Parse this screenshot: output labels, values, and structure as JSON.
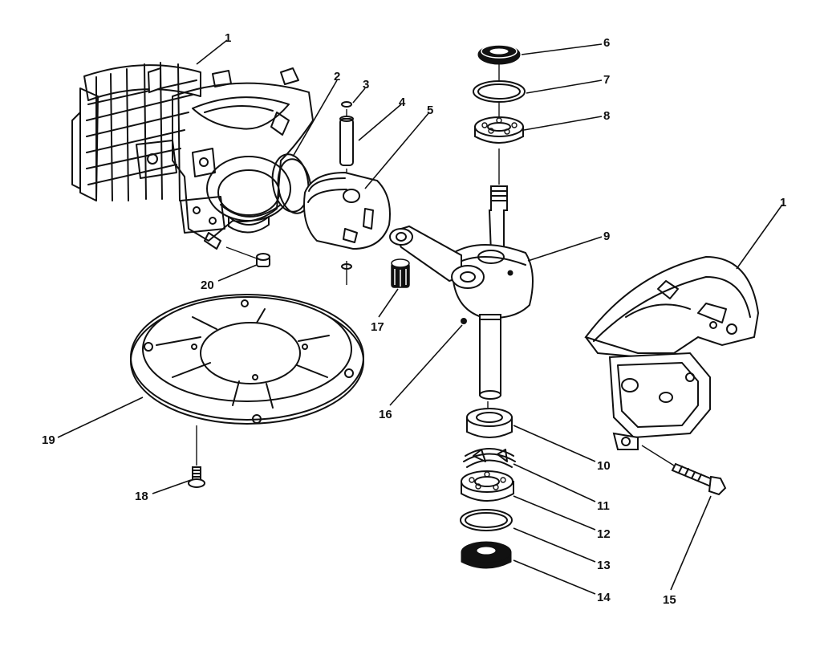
{
  "diagram": {
    "callouts": {
      "c1a": "1",
      "c1b": "1",
      "c2": "2",
      "c3": "3",
      "c4": "4",
      "c5": "5",
      "c6": "6",
      "c7": "7",
      "c8": "8",
      "c9": "9",
      "c10": "10",
      "c11": "11",
      "c12": "12",
      "c13": "13",
      "c14": "14",
      "c15": "15",
      "c16": "16",
      "c17": "17",
      "c18": "18",
      "c19": "19",
      "c20": "20"
    },
    "colors": {
      "ink": "#111111",
      "paper": "#ffffff"
    }
  }
}
